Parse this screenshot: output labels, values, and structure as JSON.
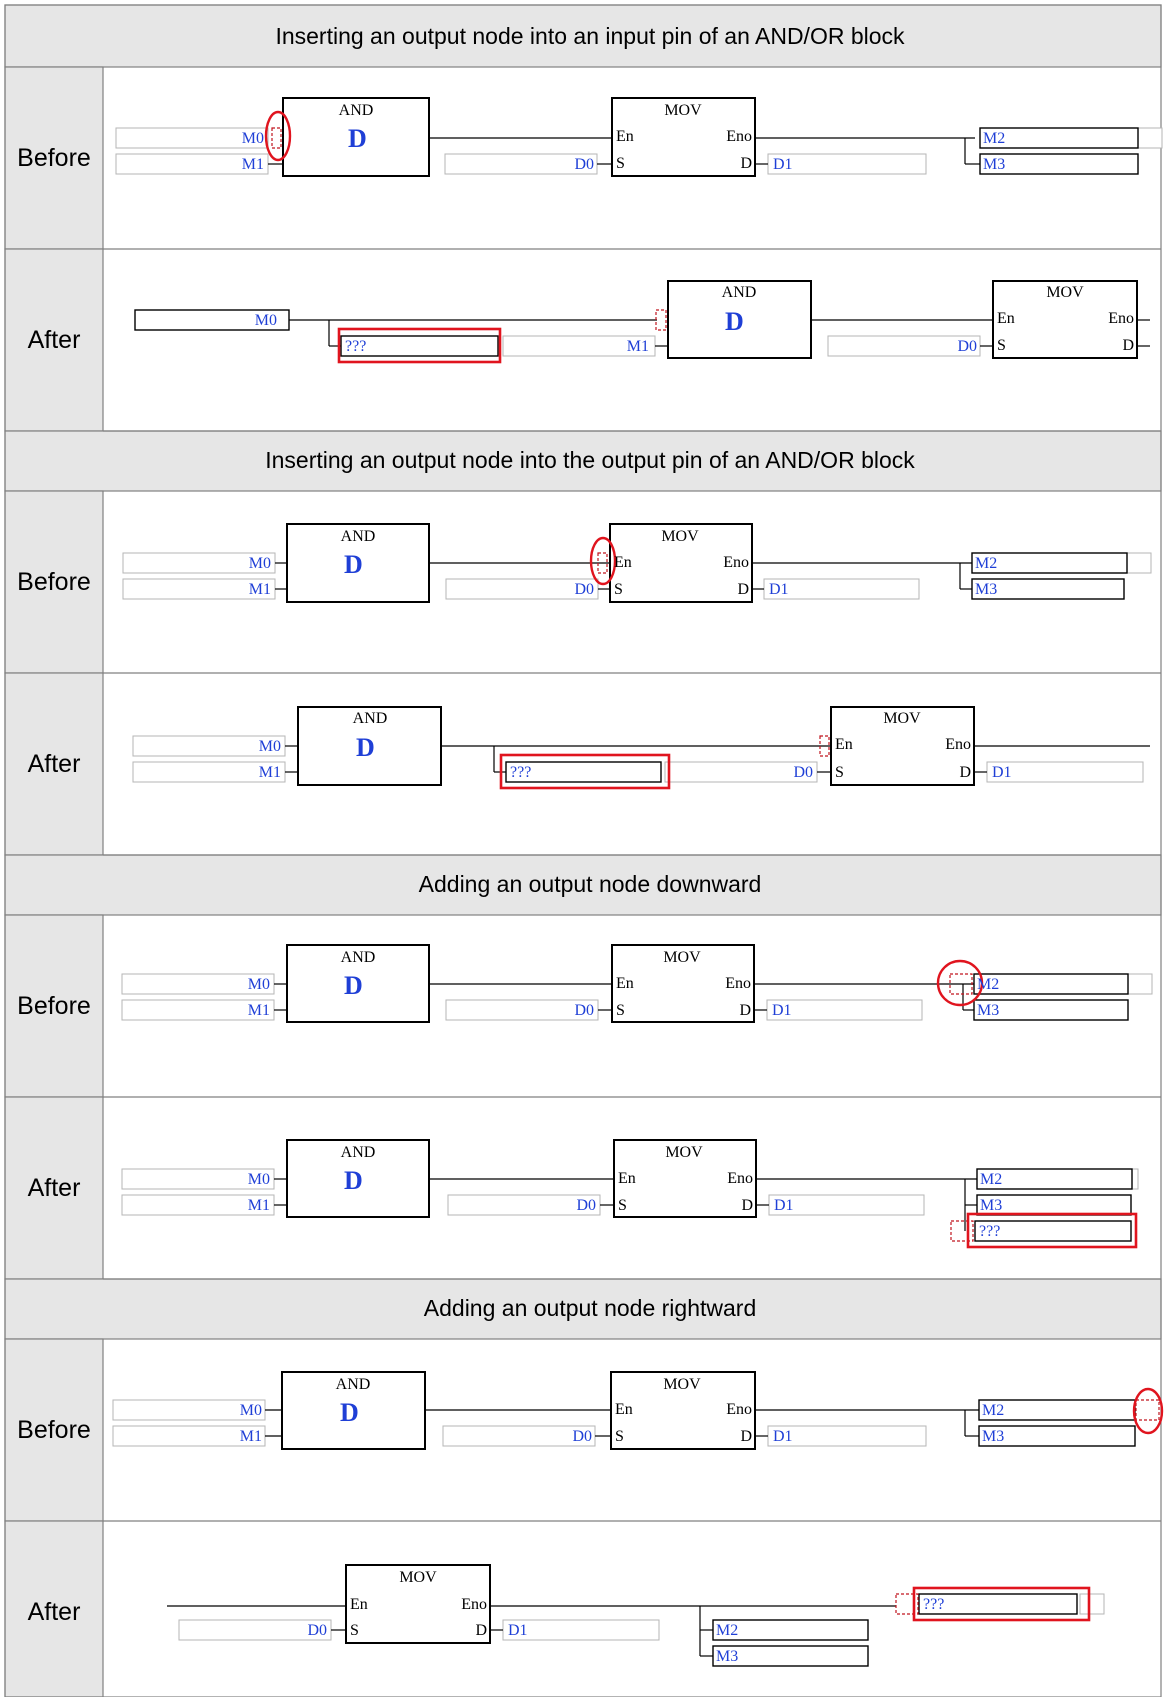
{
  "sections": [
    {
      "title": "Inserting an output node into an input pin of an AND/OR block",
      "rows": [
        {
          "label": "Before",
          "and": {
            "name": "AND",
            "in1": "M0",
            "in2": "M1"
          },
          "mov": {
            "name": "MOV",
            "en": "En",
            "eno": "Eno",
            "s": "S",
            "d": "D",
            "src": "D0",
            "dst": "D1"
          },
          "outputs": [
            "M2",
            "M3"
          ]
        },
        {
          "label": "After",
          "new_node": "???",
          "and": {
            "name": "AND",
            "in0": "M0",
            "in2": "M1"
          },
          "mov": {
            "name": "MOV",
            "en": "En",
            "eno": "Eno",
            "s": "S",
            "d": "D",
            "src": "D0"
          }
        }
      ]
    },
    {
      "title": "Inserting an output node into the output pin of an AND/OR block",
      "rows": [
        {
          "label": "Before",
          "and": {
            "name": "AND",
            "in1": "M0",
            "in2": "M1"
          },
          "mov": {
            "name": "MOV",
            "en": "En",
            "eno": "Eno",
            "s": "S",
            "d": "D",
            "src": "D0",
            "dst": "D1"
          },
          "outputs": [
            "M2",
            "M3"
          ]
        },
        {
          "label": "After",
          "new_node": "???",
          "and": {
            "name": "AND",
            "in1": "M0",
            "in2": "M1"
          },
          "mov": {
            "name": "MOV",
            "en": "En",
            "eno": "Eno",
            "s": "S",
            "d": "D",
            "src": "D0",
            "dst": "D1"
          }
        }
      ]
    },
    {
      "title": "Adding an output node downward",
      "rows": [
        {
          "label": "Before",
          "and": {
            "name": "AND",
            "in1": "M0",
            "in2": "M1"
          },
          "mov": {
            "name": "MOV",
            "en": "En",
            "eno": "Eno",
            "s": "S",
            "d": "D",
            "src": "D0",
            "dst": "D1"
          },
          "outputs": [
            "M2",
            "M3"
          ]
        },
        {
          "label": "After",
          "new_node": "???",
          "and": {
            "name": "AND",
            "in1": "M0",
            "in2": "M1"
          },
          "mov": {
            "name": "MOV",
            "en": "En",
            "eno": "Eno",
            "s": "S",
            "d": "D",
            "src": "D0",
            "dst": "D1"
          },
          "outputs": [
            "M2",
            "M3"
          ]
        }
      ]
    },
    {
      "title": "Adding an output node rightward",
      "rows": [
        {
          "label": "Before",
          "and": {
            "name": "AND",
            "in1": "M0",
            "in2": "M1"
          },
          "mov": {
            "name": "MOV",
            "en": "En",
            "eno": "Eno",
            "s": "S",
            "d": "D",
            "src": "D0",
            "dst": "D1"
          },
          "outputs": [
            "M2",
            "M3"
          ]
        },
        {
          "label": "After",
          "new_node": "???",
          "mov": {
            "name": "MOV",
            "en": "En",
            "eno": "Eno",
            "s": "S",
            "d": "D",
            "src": "D0",
            "dst": "D1"
          },
          "outputs": [
            "M2",
            "M3"
          ]
        }
      ]
    }
  ],
  "colors": {
    "header_bg": "#e6e6e6",
    "border": "#808080",
    "var_text": "#1f3fd6",
    "highlight": "#e0141e",
    "pin_marker": "#c0141e",
    "field_border": "#b5b5b5"
  }
}
